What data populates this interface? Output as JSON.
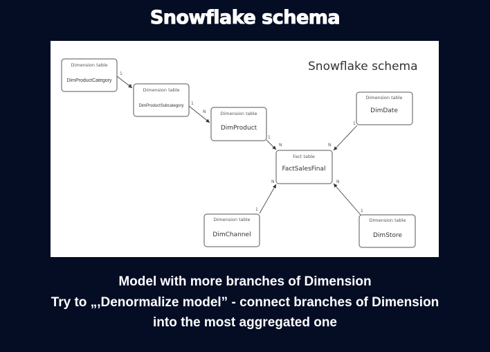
{
  "slide_title": "Snowflake schema",
  "diagram": {
    "title": "Snowflake schema",
    "tables": {
      "dim_product_category": {
        "kind": "Dimension table",
        "name": "DimProductCategory"
      },
      "dim_product_subcategory": {
        "kind": "Dimension table",
        "name": "DimProductSubcategory"
      },
      "dim_product": {
        "kind": "Dimension table",
        "name": "DimProduct"
      },
      "dim_date": {
        "kind": "Dimension table",
        "name": "DimDate"
      },
      "fact_sales": {
        "kind": "Fact table",
        "name": "FactSalesFinal"
      },
      "dim_channel": {
        "kind": "Dimension table",
        "name": "DimChannel"
      },
      "dim_store": {
        "kind": "Dimension table",
        "name": "DimStore"
      }
    },
    "cardinality": {
      "one": "1",
      "many": "N"
    }
  },
  "captions": [
    "Model with more branches of Dimension",
    "Try to „,Denormalize model” - connect branches of Dimension",
    "into the most aggregated one"
  ]
}
